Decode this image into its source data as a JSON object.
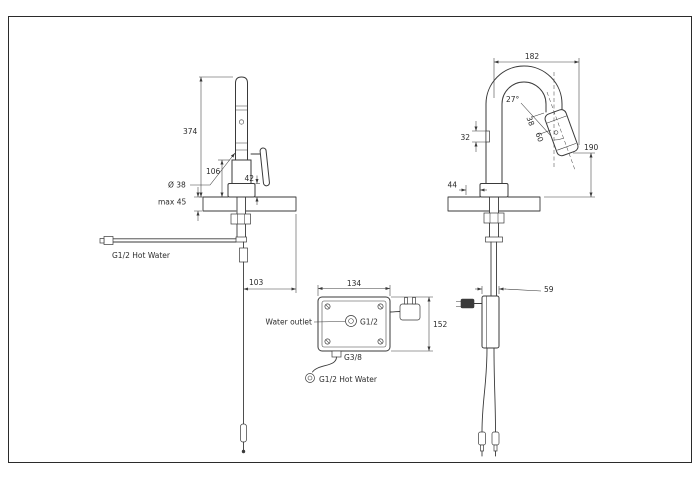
{
  "front_view": {
    "dim_total_height": "374",
    "dim_body_height": "106",
    "dim_base_height": "42",
    "dim_spout_diameter": "Ø 38",
    "dim_max_deck": "max 45",
    "dim_hose_offset": "103",
    "label_hot_water": "G1/2 Hot Water"
  },
  "side_view": {
    "dim_reach": "182",
    "dim_head_angle": "27°",
    "dim_head_width": "38",
    "dim_head_length": "60",
    "dim_sensor_height": "32",
    "dim_outlet_height": "190",
    "dim_base_depth": "44",
    "dim_box_depth": "59"
  },
  "control_box": {
    "dim_width": "134",
    "dim_height": "152",
    "label_water_outlet": "Water outlet",
    "label_outlet_thread": "G1/2",
    "label_inlet_thread": "G3/8",
    "label_hot_water": "G1/2 Hot Water"
  },
  "style": {
    "line_color": "#3a3a3a",
    "background": "#ffffff"
  }
}
